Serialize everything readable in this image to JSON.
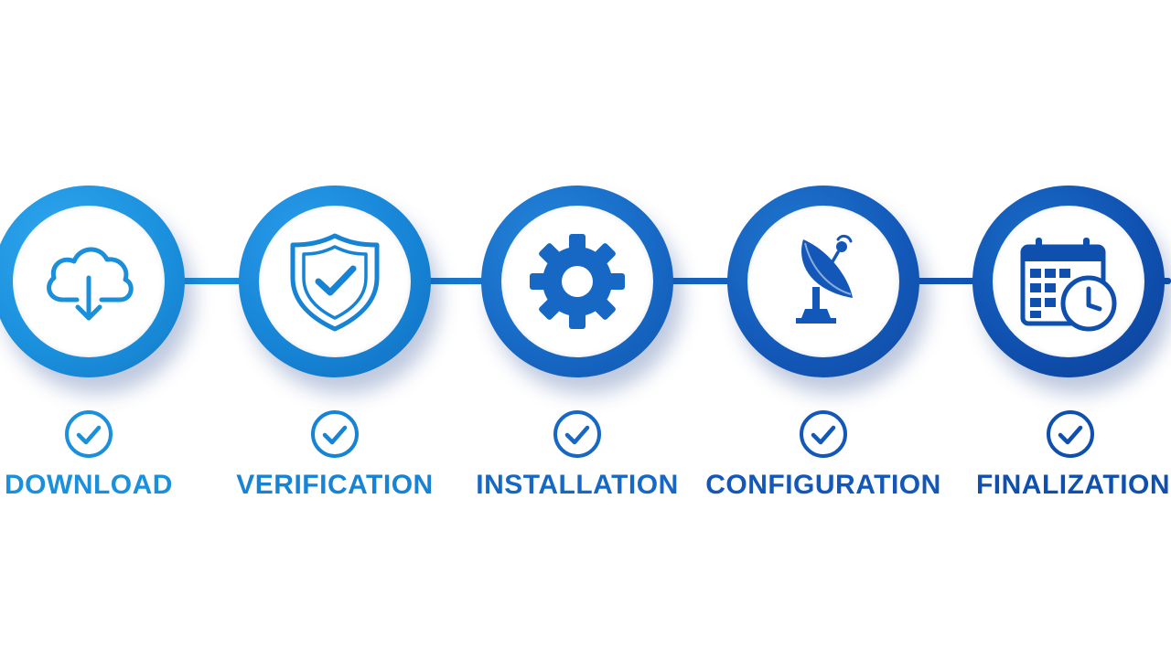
{
  "colors": {
    "background": "#ffffff",
    "blue_light": "#1a8fdc",
    "blue_mid": "#1668c4",
    "blue_dark": "#0f4fae"
  },
  "steps": [
    {
      "label": "DOWNLOAD",
      "icon": "cloud-download-icon",
      "status": "complete",
      "status_icon": "check-circle-icon",
      "color": "#1a8fdc"
    },
    {
      "label": "VERIFICATION",
      "icon": "shield-check-icon",
      "status": "complete",
      "status_icon": "check-circle-icon",
      "color": "#1683d4"
    },
    {
      "label": "INSTALLATION",
      "icon": "gear-icon",
      "status": "complete",
      "status_icon": "check-circle-icon",
      "color": "#1668c4"
    },
    {
      "label": "CONFIGURATION",
      "icon": "satellite-dish-icon",
      "status": "complete",
      "status_icon": "check-circle-icon",
      "color": "#1358b8"
    },
    {
      "label": "FINALIZATION",
      "icon": "calendar-clock-icon",
      "status": "complete",
      "status_icon": "check-circle-icon",
      "color": "#0f4fae"
    }
  ]
}
